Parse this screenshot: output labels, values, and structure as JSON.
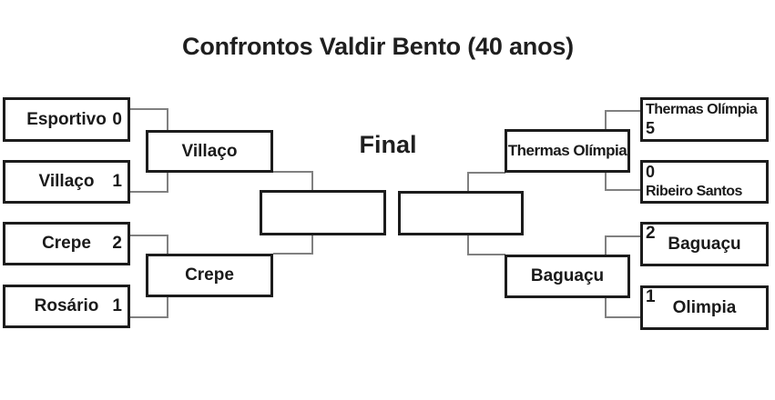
{
  "title": "Confrontos Valdir Bento (40 anos)",
  "final_label": "Final",
  "bracket": {
    "left": {
      "matches": [
        {
          "teams": [
            {
              "name": "Esportivo",
              "score": "0"
            },
            {
              "name": "Villaço",
              "score": "1"
            }
          ],
          "winner": "Villaço"
        },
        {
          "teams": [
            {
              "name": "Crepe",
              "score": "2"
            },
            {
              "name": "Rosário",
              "score": "1"
            }
          ],
          "winner": "Crepe"
        }
      ]
    },
    "right": {
      "matches": [
        {
          "teams": [
            {
              "name": "Thermas Olímpia",
              "score": "5"
            },
            {
              "name": "Ribeiro Santos",
              "score": "0"
            }
          ],
          "winner": "Thermas Olímpia"
        },
        {
          "teams": [
            {
              "name": "Baguaçu",
              "score": "2"
            },
            {
              "name": "Olimpia",
              "score": "1"
            }
          ],
          "winner": "Baguaçu"
        }
      ]
    },
    "final": {
      "left_slot": "",
      "right_slot": ""
    }
  },
  "colors": {
    "background": "#ffffff",
    "box_fill": "#ffffff",
    "box_border": "#1c1c1c",
    "connector": "#808080",
    "text": "#1a1a1a"
  }
}
